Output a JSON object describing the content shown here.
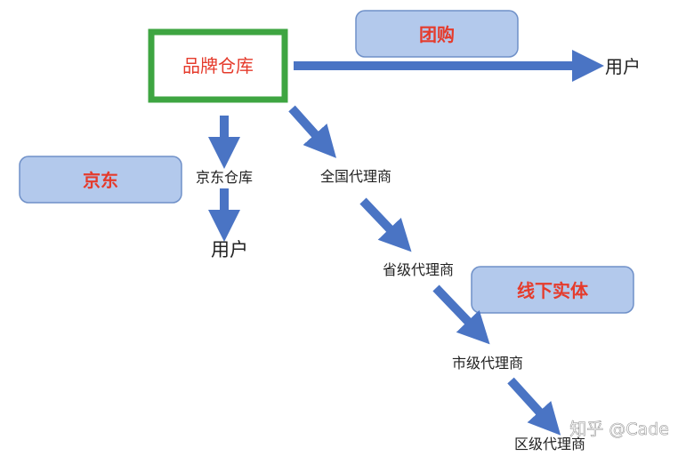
{
  "colors": {
    "arrow": "#4a74c4",
    "channel_box_fill": "#b3c9ec",
    "channel_box_stroke": "#6f90c8",
    "channel_text": "#e53b2c",
    "brand_border": "#3ea541",
    "brand_text": "#e53b2c",
    "node_text": "#222222"
  },
  "brand_node": {
    "label": "品牌仓库"
  },
  "channels": {
    "group_buy": "团购",
    "jd": "京东",
    "offline": "线下实体"
  },
  "nodes": {
    "user_top": "用户",
    "jd_warehouse": "京东仓库",
    "user_jd": "用户",
    "national_agent": "全国代理商",
    "provincial_agent": "省级代理商",
    "city_agent": "市级代理商",
    "district_agent": "区级代理商"
  },
  "watermark": "知乎 @Cade"
}
